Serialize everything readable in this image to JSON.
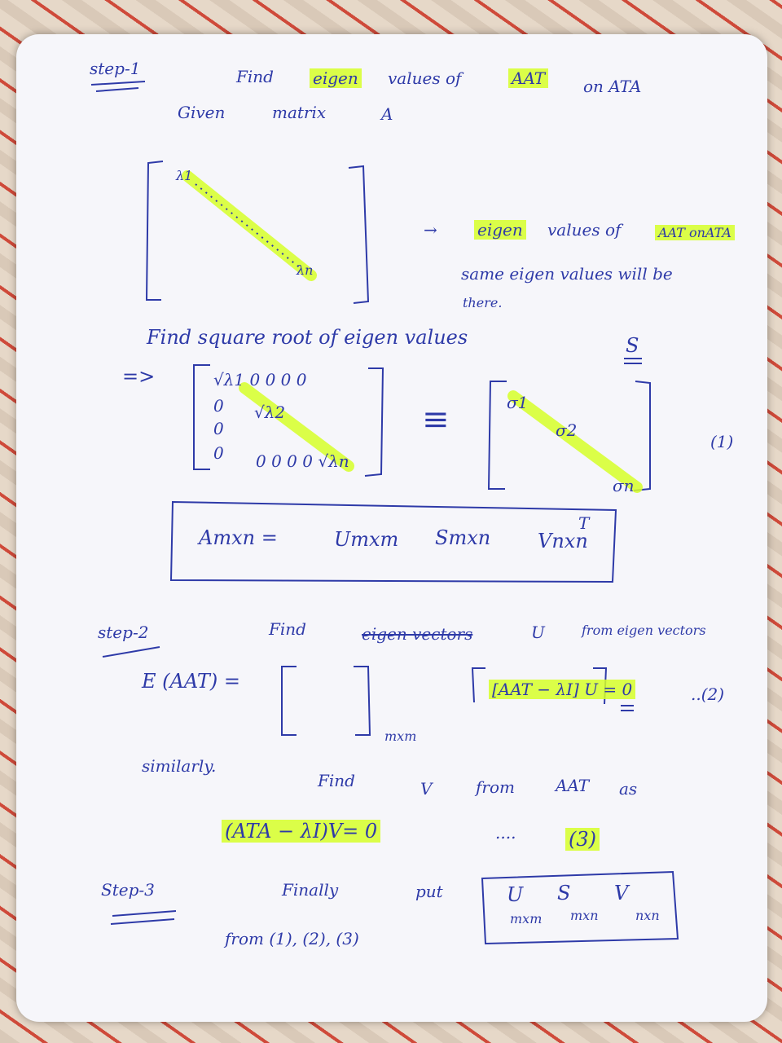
{
  "step1": {
    "label": "step-1",
    "line1": [
      "Find",
      "eigen",
      "values of",
      "AAT",
      "on ATA"
    ],
    "given": [
      "Given",
      "matrix",
      "A"
    ],
    "diag_top": "λ1",
    "diag_bottom": "λn",
    "arrow_note": [
      "→",
      "eigen",
      "values of",
      "AAT onATA"
    ],
    "same_note": "same eigen values will be",
    "same_note2": "there.",
    "find_sqrt": "Find square root of eigen values",
    "s_label": "S",
    "implies": "=>",
    "m1_row1": "√λ1  0 0 0  0",
    "m1_col": [
      "0",
      "0",
      "0"
    ],
    "m1_r2": "√λ2",
    "m1_last": "0 0 0 0 √λn",
    "equiv": "≡",
    "sigma1": "σ1",
    "sigma2": "σ2",
    "sigman": "σn",
    "eq1": "(1)",
    "svd_box": [
      "Amxn =",
      "Umxm",
      "Smxn",
      "Vnxn",
      "T"
    ]
  },
  "step2": {
    "label": "step-2",
    "find": "Find",
    "struck": "eigen vectors",
    "u": "U",
    "from": "from eigen vectors",
    "e_aat": "E (AAT) =",
    "mxm": "mxm",
    "eqn": "[AAT − λI] U = 0",
    "eq2": "..(2)",
    "similarly": "similarly.",
    "find_v": "Find",
    "v": "V",
    "from2": "from",
    "aat": "AAT",
    "as": "as",
    "eqn3": "(ATA − λI)V= 0",
    "dots": "....",
    "eq3": "(3)"
  },
  "step3": {
    "label": "Step-3",
    "finally": "Finally",
    "put": "put",
    "from_refs": "from (1), (2), (3)",
    "box": [
      "U",
      "S",
      "V"
    ],
    "subs": [
      "mxm",
      "mxn",
      "nxn"
    ]
  }
}
